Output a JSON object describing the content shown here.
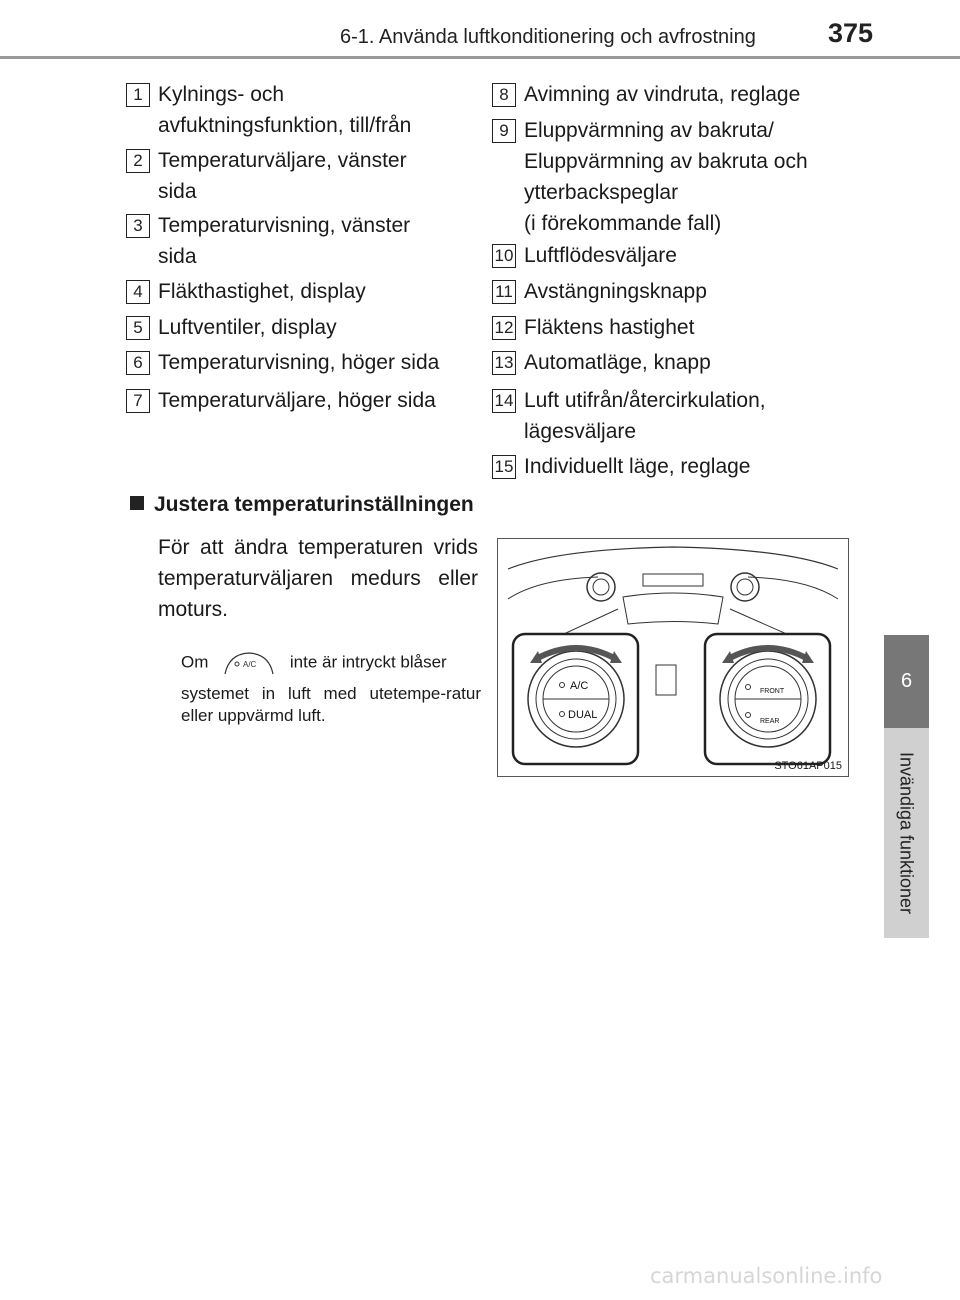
{
  "header": {
    "title": "6-1. Använda luftkonditionering och avfrostning",
    "page_number": "375"
  },
  "side_tab": {
    "chapter": "6",
    "label": "Invändiga funktioner"
  },
  "items": [
    {
      "n": "1",
      "lines": [
        "Kylnings- och",
        "avfuktningsfunktion, till/från"
      ]
    },
    {
      "n": "2",
      "lines": [
        "Temperaturväljare, vänster",
        "sida"
      ]
    },
    {
      "n": "3",
      "lines": [
        "Temperaturvisning, vänster",
        "sida"
      ]
    },
    {
      "n": "4",
      "lines": [
        "Fläkthastighet, display"
      ]
    },
    {
      "n": "5",
      "lines": [
        "Luftventiler, display"
      ]
    },
    {
      "n": "6",
      "lines": [
        "Temperaturvisning, höger sida"
      ]
    },
    {
      "n": "7",
      "lines": [
        "Temperaturväljare, höger sida"
      ]
    },
    {
      "n": "8",
      "lines": [
        "Avimning av vindruta, reglage"
      ]
    },
    {
      "n": "9",
      "lines": [
        "Eluppvärmning av bakruta/",
        "Eluppvärmning av bakruta och",
        "ytterbackspeglar",
        "(i förekommande fall)"
      ]
    },
    {
      "n": "10",
      "lines": [
        "Luftflödesväljare"
      ]
    },
    {
      "n": "11",
      "lines": [
        "Avstängningsknapp"
      ]
    },
    {
      "n": "12",
      "lines": [
        "Fläktens hastighet"
      ]
    },
    {
      "n": "13",
      "lines": [
        "Automatläge, knapp"
      ]
    },
    {
      "n": "14",
      "lines": [
        "Luft utifrån/återcirkulation,",
        "lägesväljare"
      ]
    },
    {
      "n": "15",
      "lines": [
        "Individuellt läge, reglage"
      ]
    }
  ],
  "section": {
    "heading": "Justera temperaturinställningen",
    "body": "För att ändra temperaturen vrids temperaturväljaren medurs eller moturs.",
    "note_before_icon": "Om",
    "note_after_icon": "inte är intryckt blåser",
    "note_continued": "systemet in luft med utetempe-ratur eller uppvärmd luft.",
    "button_icon_label": "A/C"
  },
  "figure": {
    "code": "STO61AP015",
    "left_knob_labels": [
      "A/C",
      "DUAL"
    ],
    "right_knob_labels": [
      "FRONT",
      "REAR"
    ]
  },
  "watermark": "carmanualsonline.info"
}
